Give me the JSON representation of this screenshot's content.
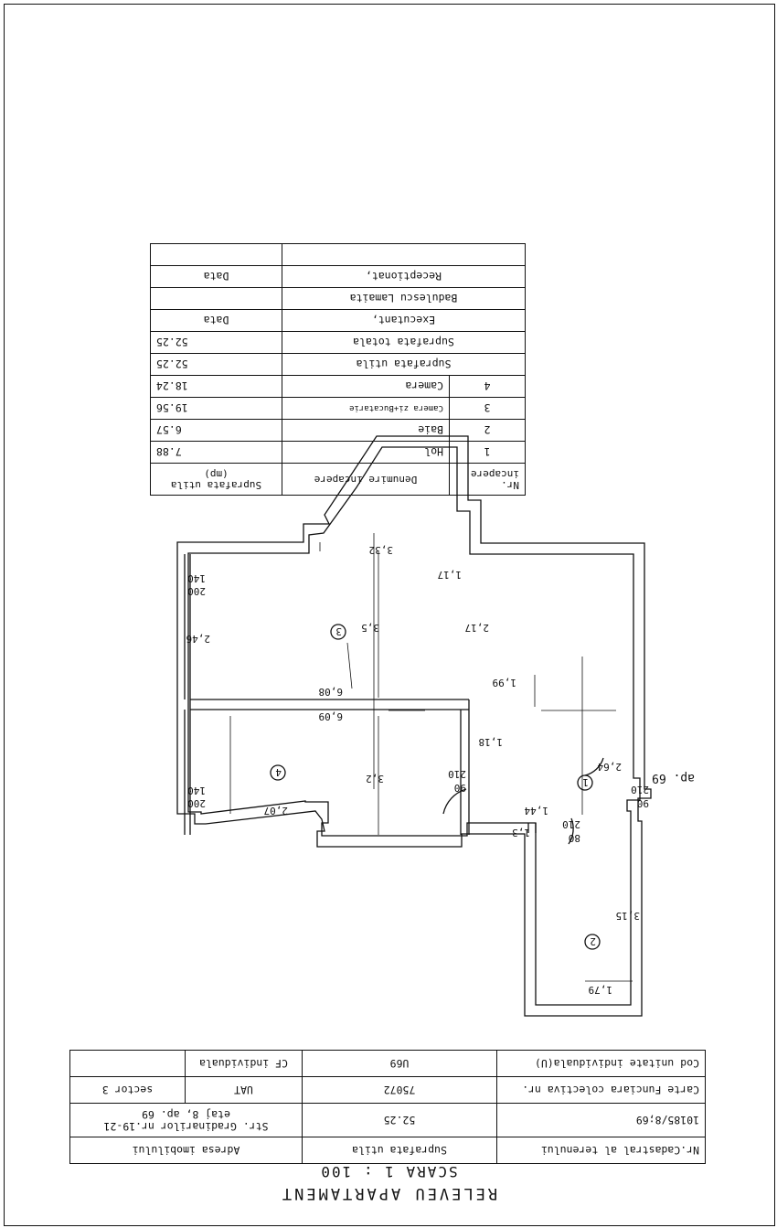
{
  "header": {
    "title": "RELEVEU APARTAMENT",
    "scale": "SCARA 1 : 100"
  },
  "info_table": {
    "headers": [
      "Nr.Cadastral al terenului",
      "Suprafata utila",
      "Adresa imobilului"
    ],
    "row1": {
      "cadastral": "10185/8;69",
      "surface": "52.25",
      "address_line1": "Str. Gradinarilor nr.19-21",
      "address_line2": "etaj 8, ap. 69"
    },
    "row2": {
      "label": "Carte Funciara colectiva nr.",
      "value": "75072",
      "uat": "UAT",
      "sector": "sector 3"
    },
    "row3": {
      "label": "Cod unitate individuala(U)",
      "value": "U69",
      "cf": "CF individuala"
    }
  },
  "plan": {
    "apartment_label": "ap. 69",
    "rooms": [
      "1",
      "2",
      "3",
      "4"
    ],
    "dimensions": [
      "1,79",
      "3,15",
      "1,44",
      "2,64",
      "1,3",
      "2,07",
      "3,2",
      "6,09",
      "6,08",
      "2,46",
      "3,5",
      "3,32",
      "1,17",
      "2,17",
      "1,99",
      "1,18"
    ],
    "doors": [
      {
        "w": "90",
        "h": "210"
      },
      {
        "w": "80",
        "h": "210"
      },
      {
        "w": "90",
        "h": "210"
      }
    ],
    "windows": [
      {
        "w": "200",
        "h": "140"
      },
      {
        "w": "200",
        "h": "140"
      }
    ]
  },
  "rooms_table": {
    "headers": {
      "nr": "Nr. incapere",
      "name": "Denumire incapere",
      "area": "Suprafata utila (mp)"
    },
    "rows": [
      {
        "nr": "1",
        "name": "Hol",
        "area": "7.88"
      },
      {
        "nr": "2",
        "name": "Baie",
        "area": "6.57"
      },
      {
        "nr": "3",
        "name": "Camera zi+Bucatarie",
        "area": "19.56"
      },
      {
        "nr": "4",
        "name": "Camera",
        "area": "18.24"
      }
    ],
    "suprafata_utila_label": "Suprafata utila",
    "suprafata_utila": "52.25",
    "suprafata_totala_label": "Suprafata totala",
    "suprafata_totala": "52.25",
    "executant_label": "Executant,",
    "data_label_1": "Data",
    "executant_name": "Badulescu Lamaita",
    "receptionat_label": "Receptionat,",
    "data_label_2": "Data"
  }
}
